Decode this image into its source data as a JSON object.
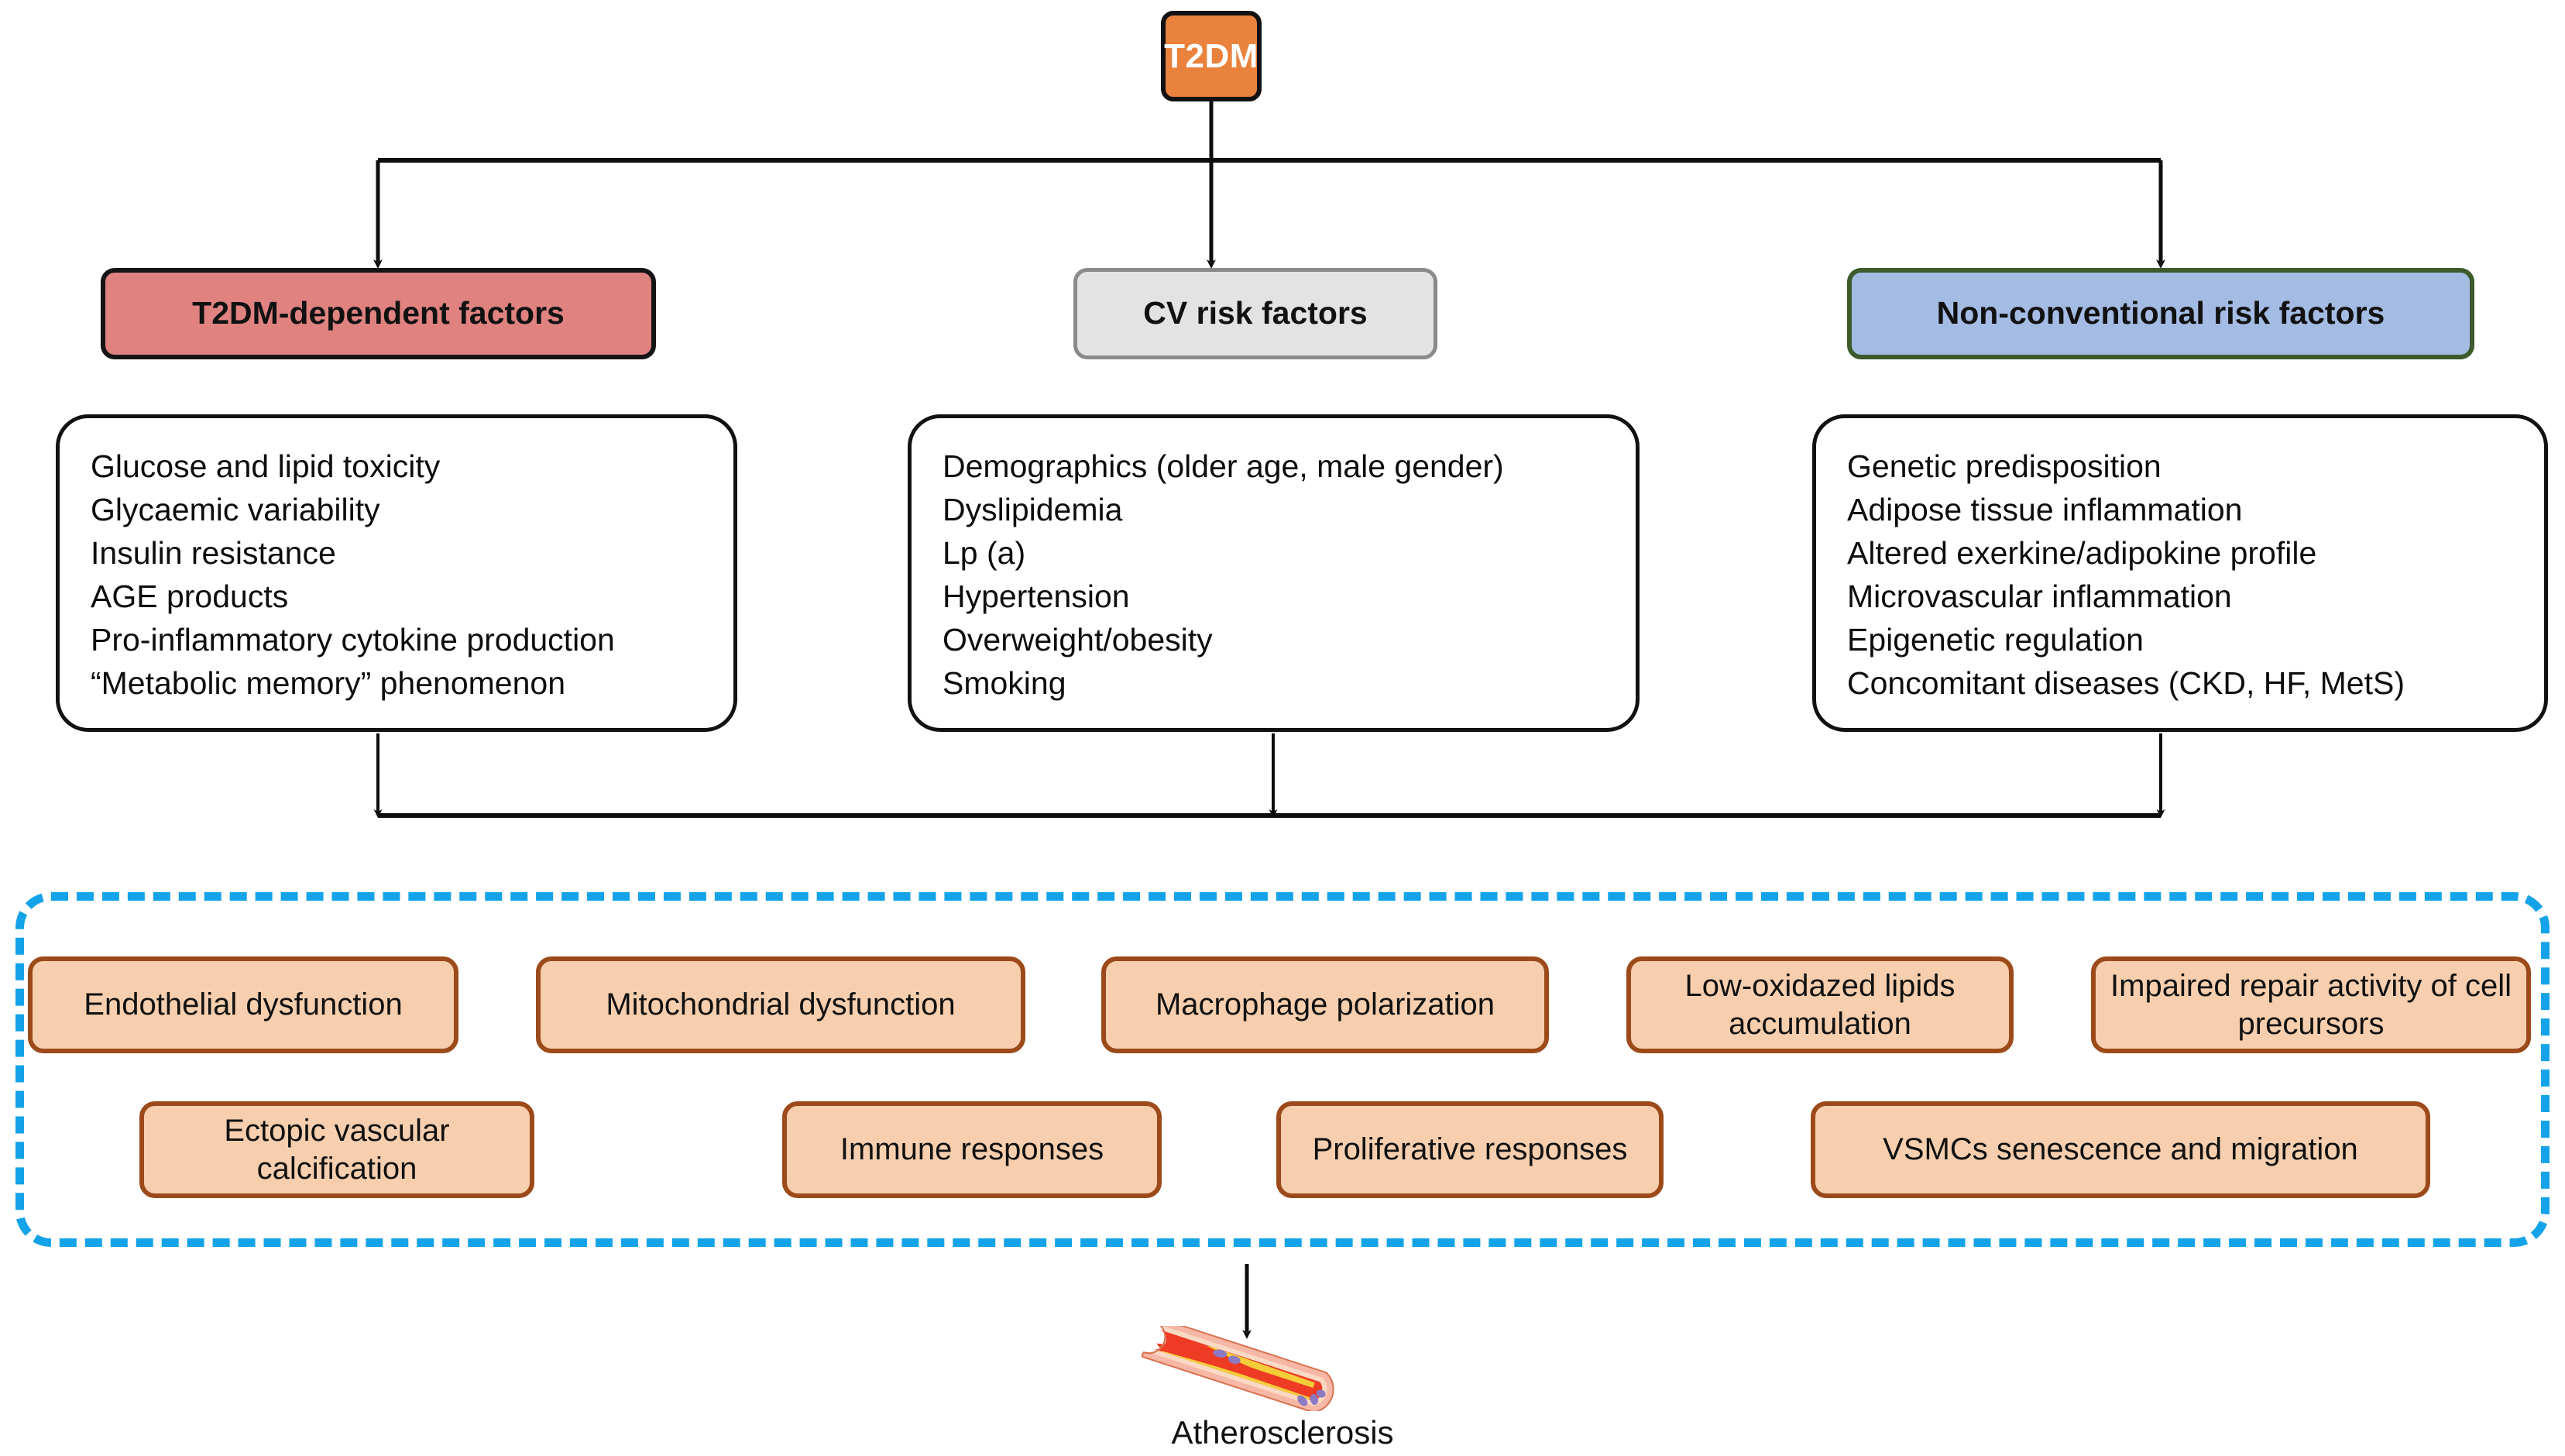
{
  "top_node": {
    "label": "T2DM",
    "color": "#E8823C"
  },
  "categories": [
    {
      "id": "t2dm-dependent",
      "header": "T2DM-dependent factors",
      "header_color": "#DF8280",
      "items": [
        "Glucose and lipid toxicity",
        "Glycaemic variability",
        "Insulin resistance",
        "AGE products",
        "Pro-inflammatory cytokine production",
        "“Metabolic memory” phenomenon"
      ]
    },
    {
      "id": "cv-risk",
      "header": "CV risk factors",
      "header_color": "#E3E3E3",
      "items": [
        "Demographics (older age, male gender)",
        "Dyslipidemia",
        "Lp (a)",
        "Hypertension",
        "Overweight/obesity",
        "Smoking"
      ]
    },
    {
      "id": "non-conventional",
      "header": "Non-conventional risk factors",
      "header_color": "#A4BCE4",
      "items": [
        "Genetic predisposition",
        "Adipose tissue inflammation",
        "Altered exerkine/adipokine profile",
        "Microvascular inflammation",
        "Epigenetic regulation",
        "Concomitant diseases (CKD, HF, MetS)"
      ]
    }
  ],
  "mechanisms": {
    "border_color": "#14A3E8",
    "chip_fill": "#F7CFAE",
    "chip_border": "#9C4A1A",
    "row1": [
      "Endothelial dysfunction",
      "Mitochondrial dysfunction",
      "Macrophage polarization",
      "Low-oxidazed lipids accumulation",
      "Impaired repair activity of cell precursors"
    ],
    "row2": [
      "Ectopic vascular calcification",
      "Immune responses",
      "Proliferative responses",
      "VSMCs senescence and migration"
    ]
  },
  "outcome": {
    "label": "Atherosclerosis",
    "icon": "artery-cross-section-icon"
  }
}
